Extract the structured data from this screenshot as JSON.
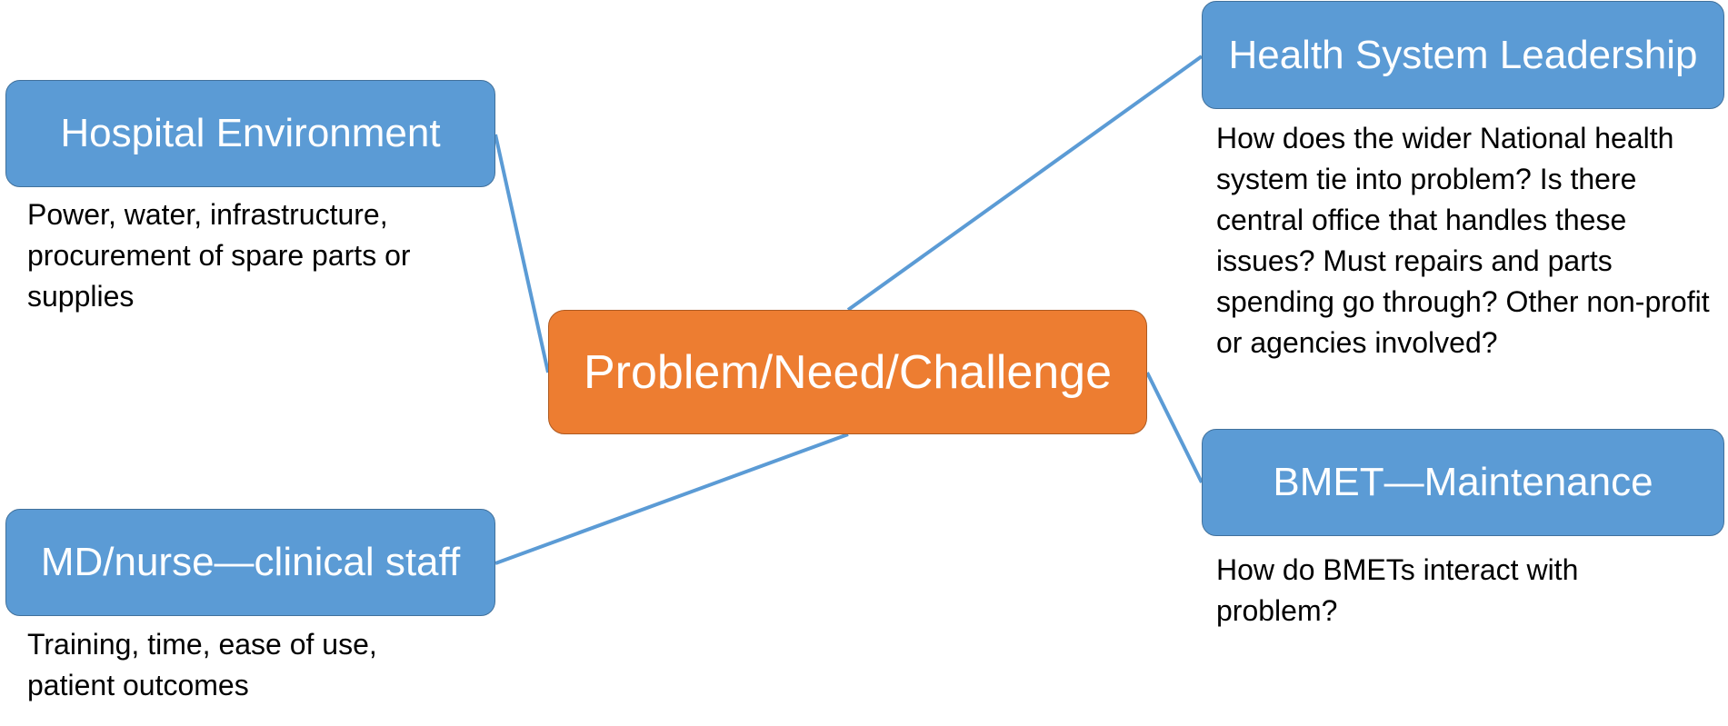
{
  "center": {
    "label": "Problem/Need/Challenge"
  },
  "nodes": {
    "hospital_environment": {
      "label": "Hospital Environment",
      "description": "Power, water, infrastructure, procurement of spare parts or supplies"
    },
    "clinical_staff": {
      "label": "MD/nurse—clinical staff",
      "description": "Training, time, ease of use, patient outcomes"
    },
    "health_system_leadership": {
      "label": "Health System Leadership",
      "description": "How does the wider National health system tie into problem? Is there central office that handles these issues? Must repairs and parts spending go through? Other non-profit or agencies involved?"
    },
    "bmet_maintenance": {
      "label": "BMET—Maintenance",
      "description": "How do BMETs interact with problem?"
    }
  },
  "colors": {
    "node_fill": "#5b9bd5",
    "center_fill": "#ed7d31",
    "connector": "#5b9bd5",
    "node_text": "#ffffff",
    "description_text": "#000000"
  }
}
